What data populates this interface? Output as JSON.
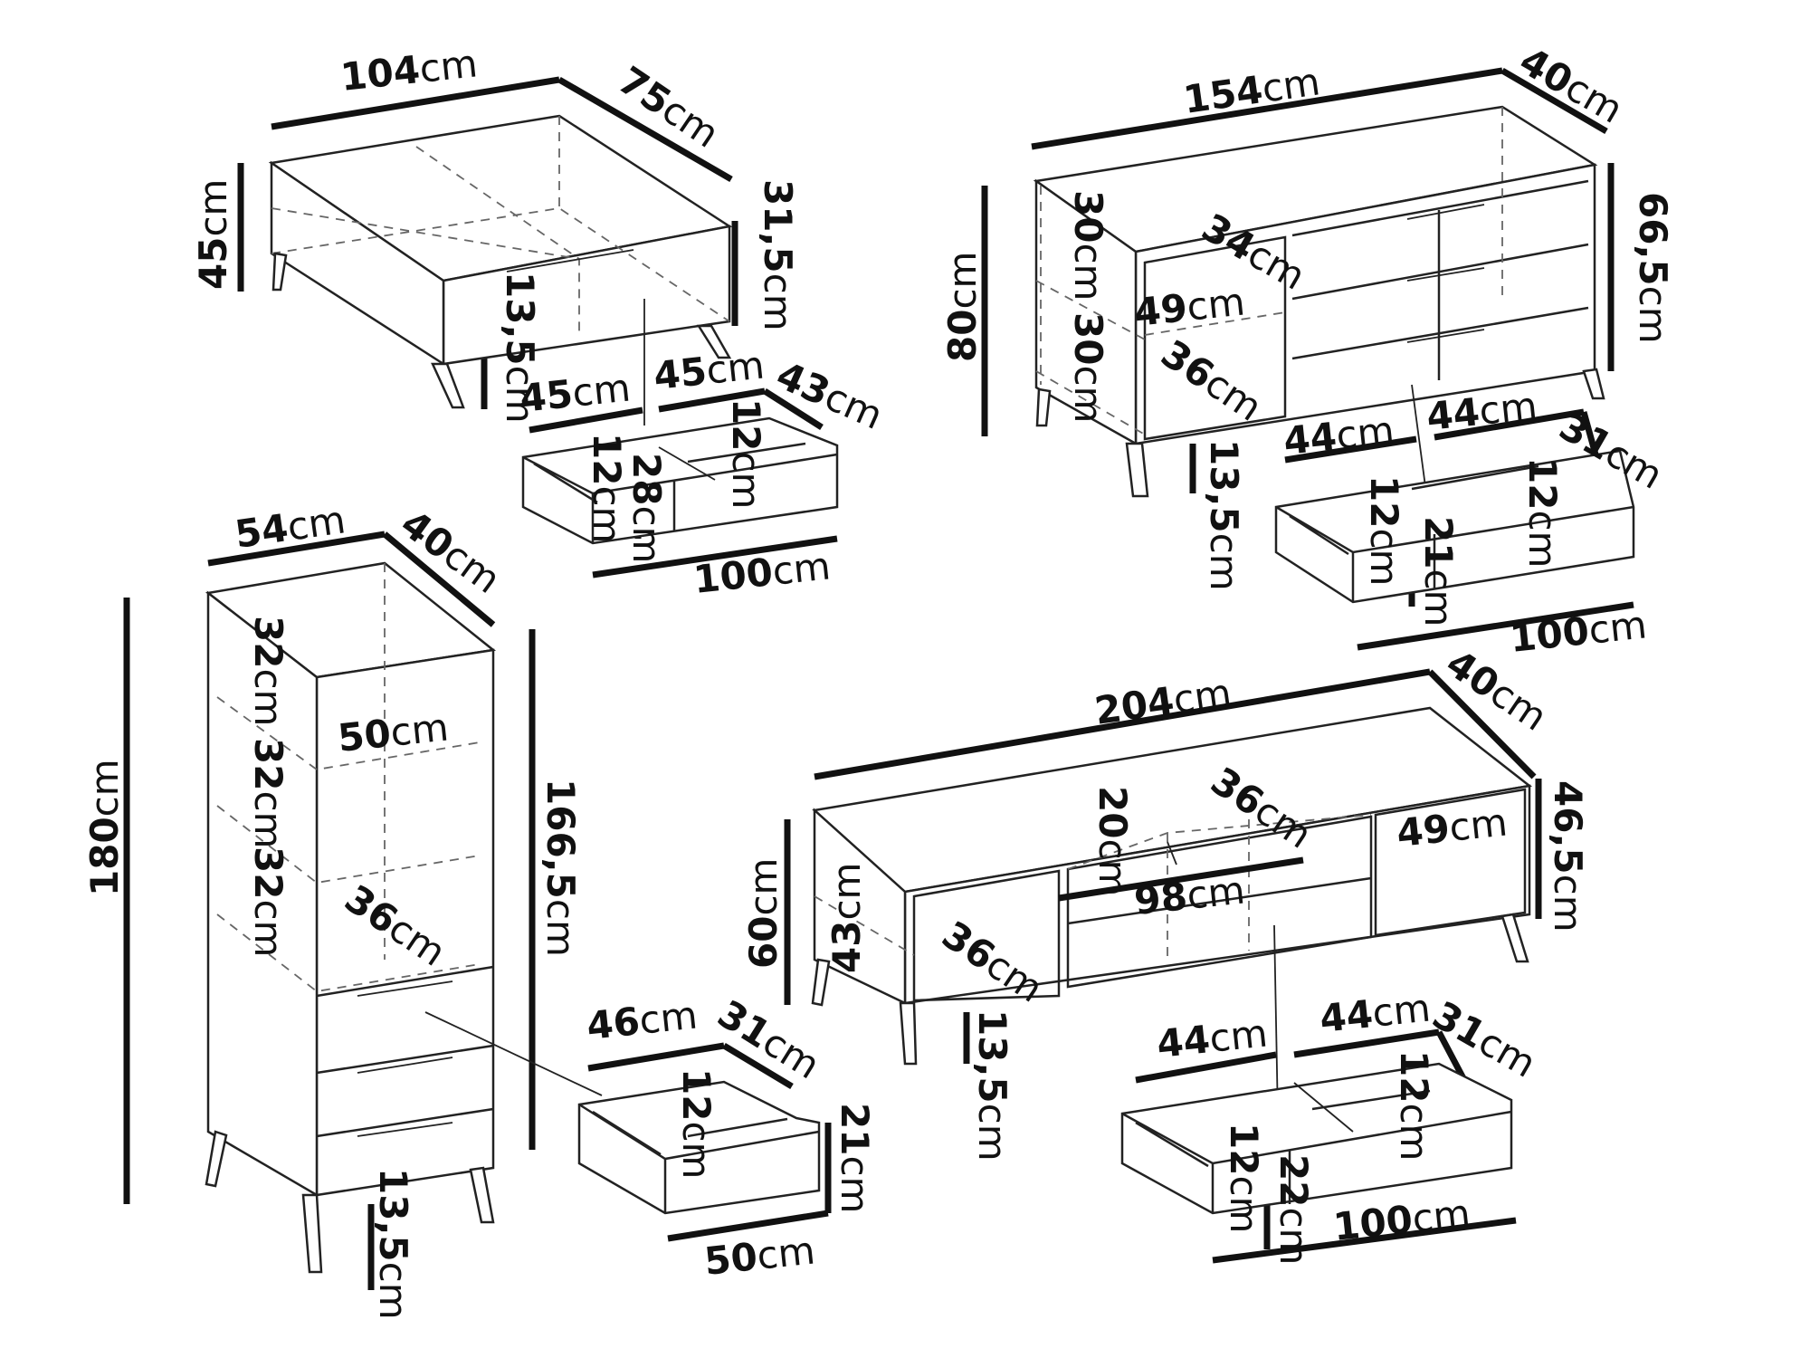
{
  "units": "cm",
  "coffee_table": {
    "width": "104",
    "depth": "75",
    "height": "45",
    "inner_height": "31,5",
    "leg": "13,5",
    "drawer": {
      "width_left": "45",
      "width_right": "45",
      "depth": "43",
      "h_left": "12",
      "h_right": "12",
      "front_height": "28",
      "front_width": "100"
    }
  },
  "sideboard": {
    "width": "154",
    "depth": "40",
    "height": "80",
    "inner_height": "66,5",
    "leg": "13,5",
    "shelf_top": "30",
    "shelf_bottom": "30",
    "shelf_depth_top": "34",
    "shelf_width": "49",
    "shelf_depth_bottom": "36",
    "drawer": {
      "width_left": "44",
      "width_right": "44",
      "depth": "31",
      "h_left": "12",
      "h_right": "12",
      "front_height": "21",
      "front_width": "100"
    }
  },
  "tall_cabinet": {
    "width": "54",
    "depth": "40",
    "height": "180",
    "inner_height": "166,5",
    "leg": "13,5",
    "shelf_1": "32",
    "shelf_2": "32",
    "shelf_3": "32",
    "shelf_width": "50",
    "shelf_depth": "36",
    "drawer": {
      "width": "46",
      "depth": "31",
      "h": "12",
      "front_height": "21",
      "front_width": "50"
    }
  },
  "tv_stand": {
    "width": "204",
    "depth": "40",
    "height": "60",
    "inner_height": "46,5",
    "leg": "13,5",
    "left_compartment": "43",
    "left_depth": "36",
    "center_height": "20",
    "center_depth": "36",
    "right_width": "49",
    "center_width": "98",
    "drawer": {
      "width_left": "44",
      "width_right": "44",
      "depth": "31",
      "h_left": "12",
      "h_right": "12",
      "front_height": "22",
      "front_width": "100"
    }
  }
}
